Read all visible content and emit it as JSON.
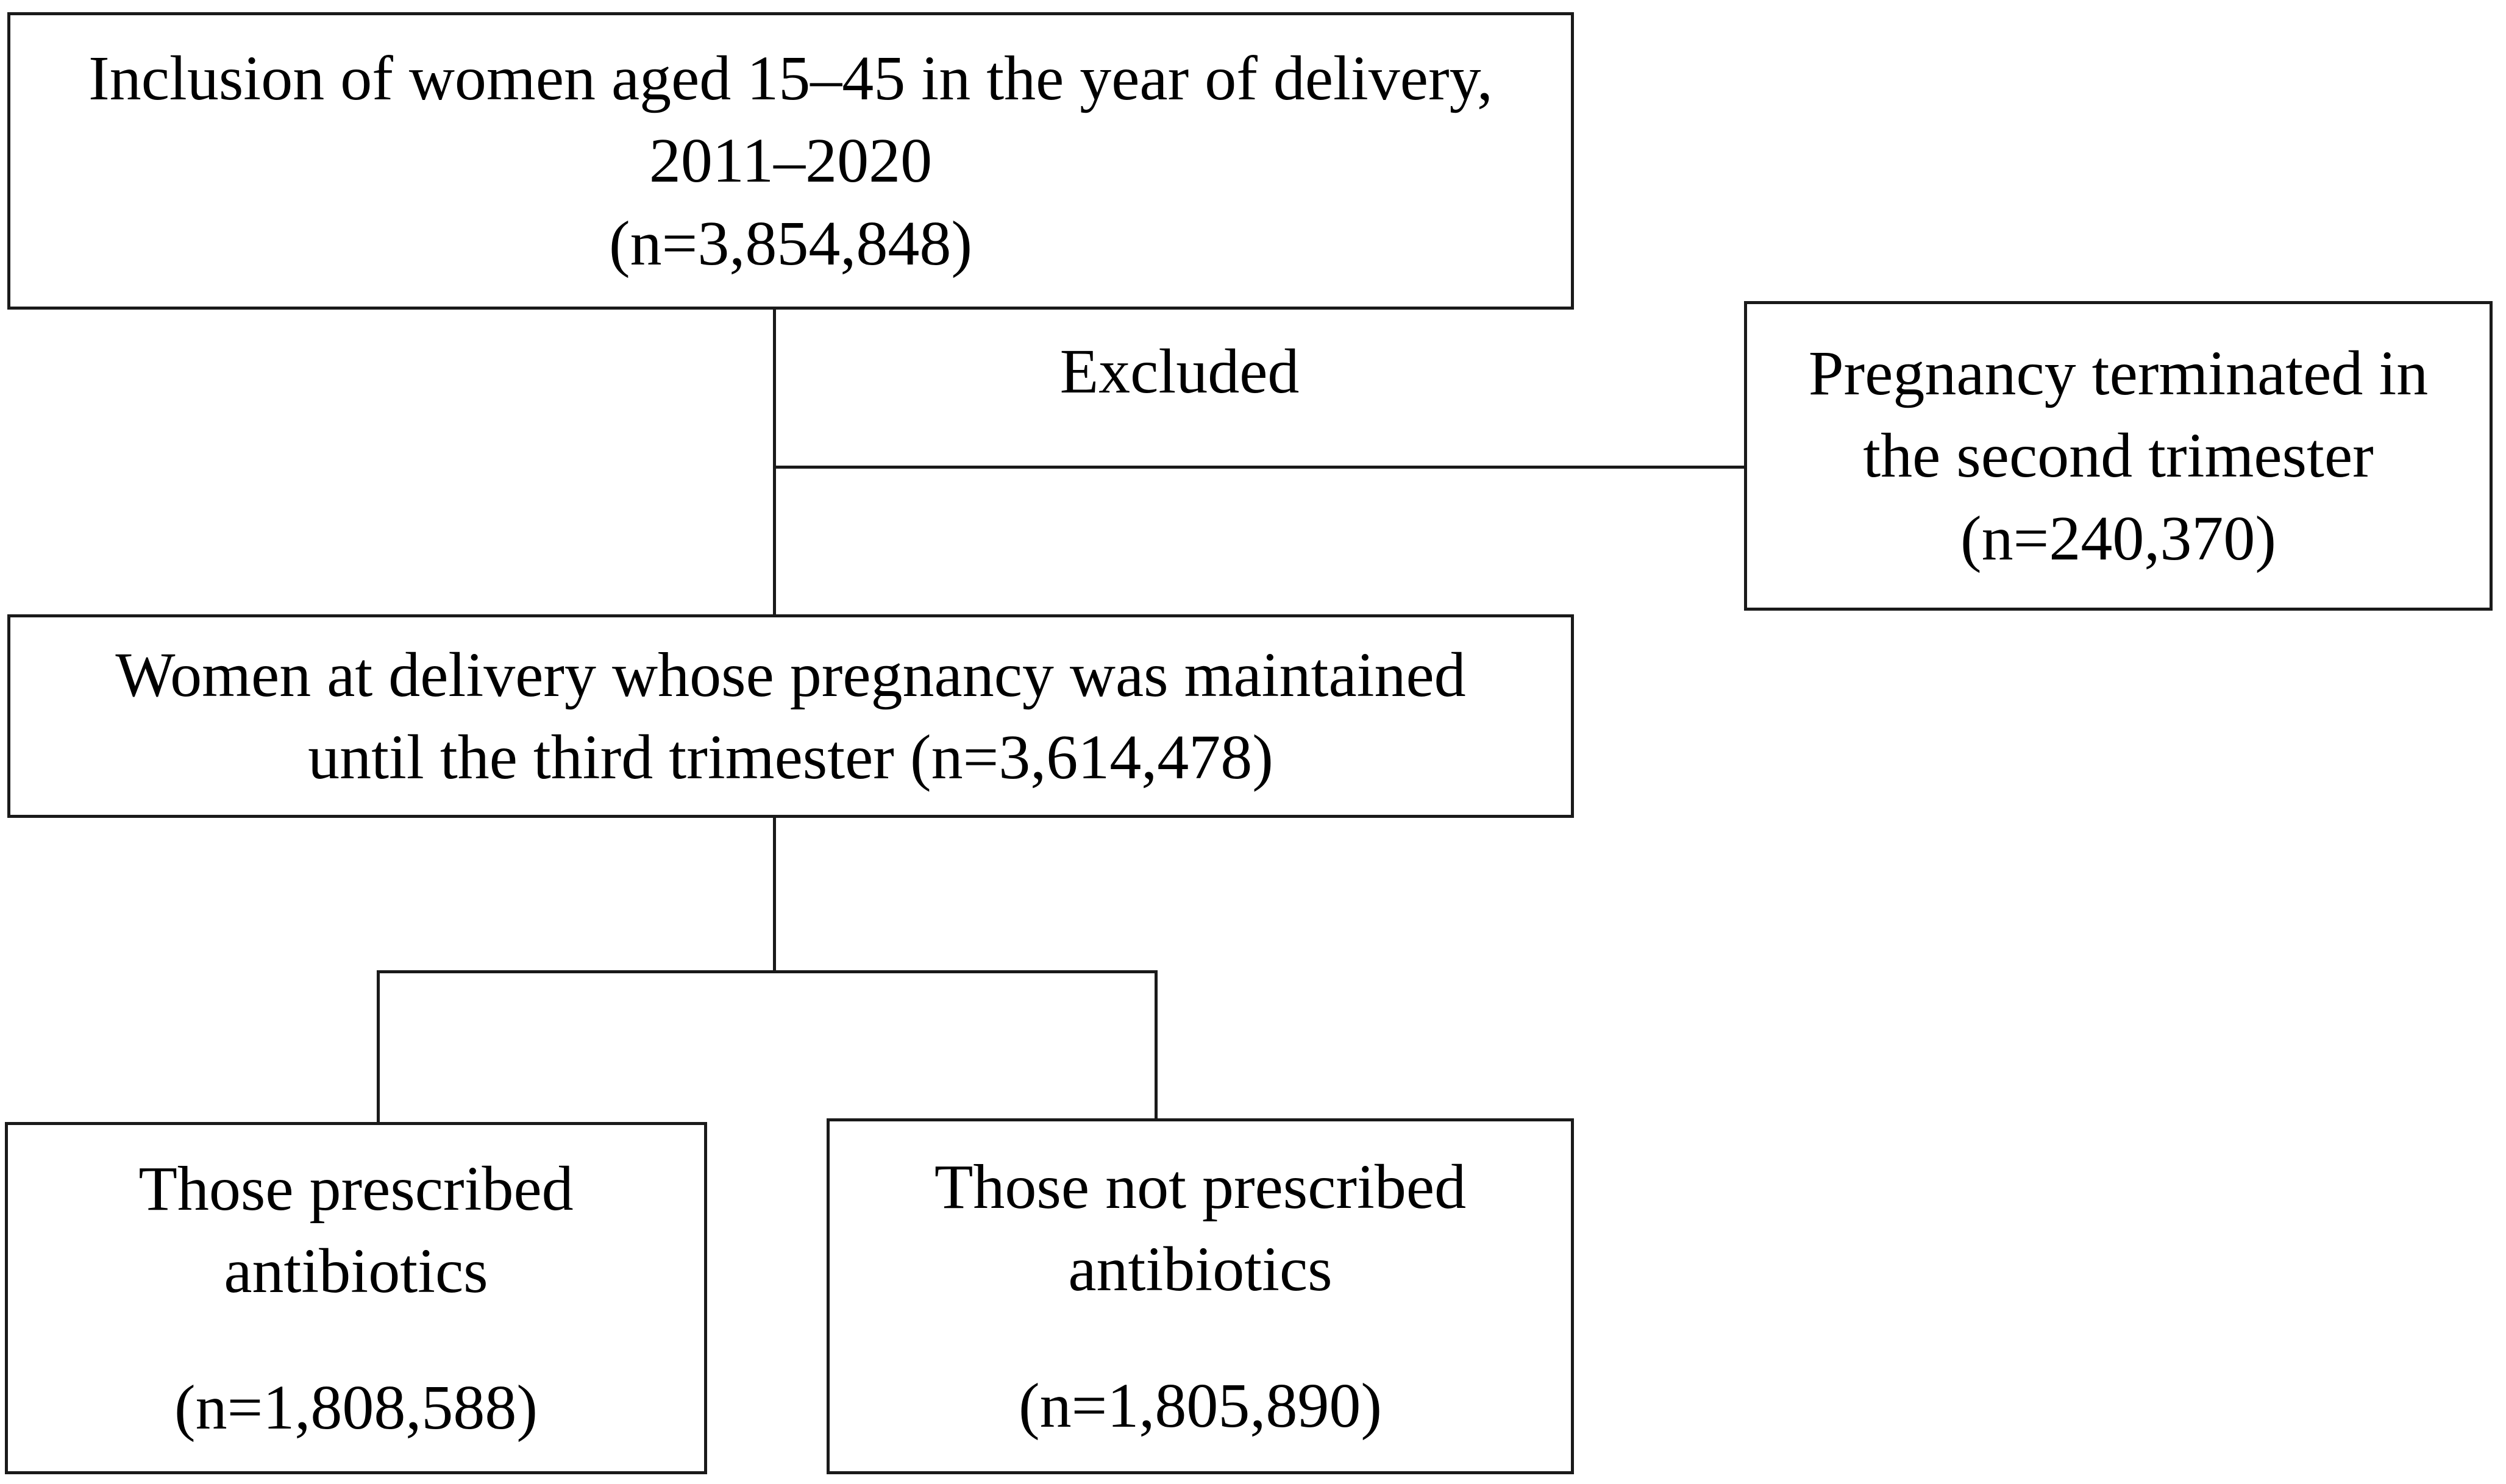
{
  "chart_data": {
    "type": "diagram",
    "subtype": "flowchart",
    "title": "Study population selection flow diagram",
    "orientation": "top-to-bottom",
    "nodes": [
      {
        "id": "inclusion",
        "role": "source-population",
        "lines": [
          "Inclusion of women aged 15–45 in the year of delivery,",
          "2011–2020",
          "(n=3,854,848)"
        ],
        "n": 3854848
      },
      {
        "id": "excluded_second_trimester",
        "role": "exclusion",
        "lines": [
          "Pregnancy terminated in",
          "the second trimester",
          "(n=240,370)"
        ],
        "n": 240370
      },
      {
        "id": "maintained_third_trimester",
        "role": "analytic-population",
        "lines": [
          "Women at delivery whose pregnancy was maintained",
          "until the third trimester (n=3,614,478)"
        ],
        "n": 3614478
      },
      {
        "id": "prescribed_antibiotics",
        "role": "exposed-group",
        "lines": [
          "Those prescribed",
          "antibiotics",
          "",
          "(n=1,808,588)"
        ],
        "n": 1808588
      },
      {
        "id": "not_prescribed_antibiotics",
        "role": "unexposed-group",
        "lines": [
          "Those not prescribed",
          "antibiotics",
          "",
          "(n=1,805,890)"
        ],
        "n": 1805890
      }
    ],
    "edges": [
      {
        "from": "inclusion",
        "to": "excluded_second_trimester",
        "label": "Excluded"
      },
      {
        "from": "inclusion",
        "to": "maintained_third_trimester",
        "label": ""
      },
      {
        "from": "maintained_third_trimester",
        "to": "prescribed_antibiotics",
        "label": ""
      },
      {
        "from": "maintained_third_trimester",
        "to": "not_prescribed_antibiotics",
        "label": ""
      }
    ],
    "colors": {
      "box_border": "#1a1a1a",
      "connector": "#1a1a1a",
      "background": "#ffffff",
      "text": "#000000"
    }
  },
  "nodes": {
    "inclusion": {
      "line1": "Inclusion of women aged 15–45 in the year of delivery,",
      "line2": "2011–2020",
      "line3": "(n=3,854,848)"
    },
    "excluded_box": {
      "line1": "Pregnancy terminated in",
      "line2": "the second trimester",
      "line3": "(n=240,370)"
    },
    "maintained": {
      "line1": "Women at delivery whose pregnancy was maintained",
      "line2": "until the third trimester (n=3,614,478)"
    },
    "prescribed": {
      "line1": "Those prescribed",
      "line2": "antibiotics",
      "line3": "(n=1,808,588)"
    },
    "not_prescribed": {
      "line1": "Those not prescribed",
      "line2": "antibiotics",
      "line3": "(n=1,805,890)"
    }
  },
  "labels": {
    "excluded": "Excluded"
  }
}
